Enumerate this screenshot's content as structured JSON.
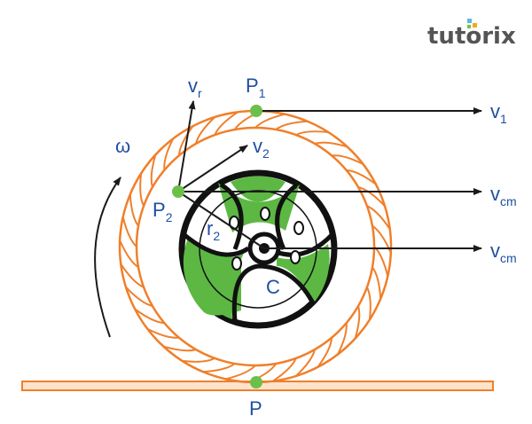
{
  "logo": {
    "text": "tutorix",
    "dot_colors": [
      "#f4a623",
      "#5bb8e8",
      "#7ac143"
    ]
  },
  "colors": {
    "tyre": "#f07f2a",
    "ground_fill": "#fde3cc",
    "hub_green": "#5cb843",
    "point_green": "#6cc04a",
    "label_blue": "#1f4fa3",
    "arrow": "#1a1a1a"
  },
  "labels": {
    "omega": "ω",
    "vr": {
      "base": "v",
      "sub": "r"
    },
    "p1": {
      "base": "P",
      "sub": "1"
    },
    "v1": {
      "base": "v",
      "sub": "1"
    },
    "v2": {
      "base": "v",
      "sub": "2"
    },
    "p2": {
      "base": "P",
      "sub": "2"
    },
    "r2": {
      "base": "r",
      "sub": "2"
    },
    "vcm_upper": {
      "base": "v",
      "sub": "cm"
    },
    "vcm_lower": {
      "base": "v",
      "sub": "cm"
    },
    "c": "C",
    "p": "P"
  }
}
